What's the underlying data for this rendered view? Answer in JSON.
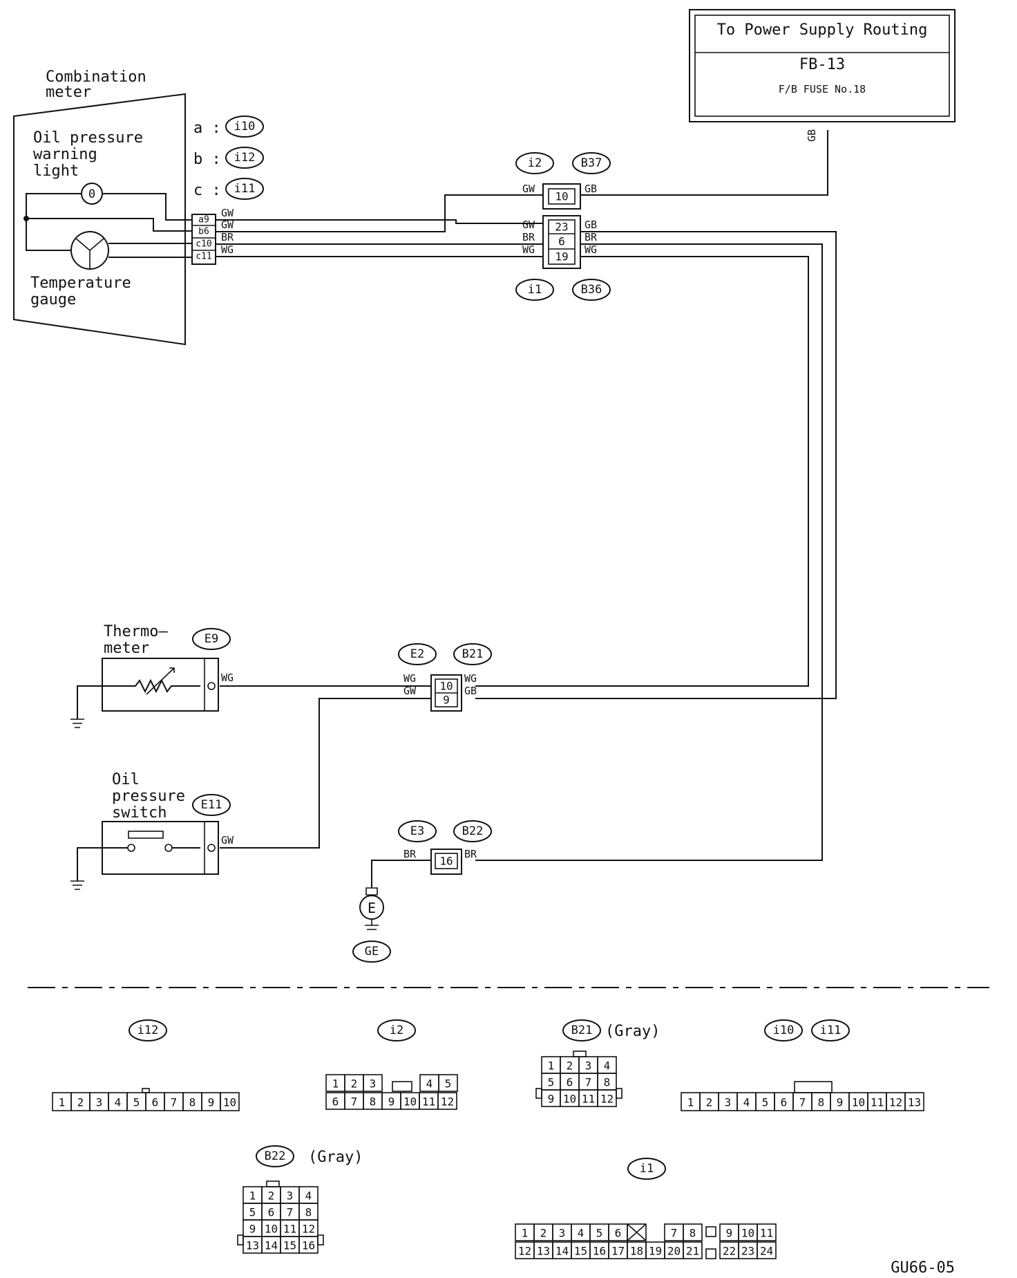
{
  "power": {
    "title": "To Power Supply Routing",
    "ref": "FB-13",
    "fuse": "F/B FUSE No.18",
    "wire": "GB"
  },
  "meter": {
    "title_1": "Combination",
    "title_2": "meter",
    "oil_1": "Oil pressure",
    "oil_2": "warning",
    "oil_3": "light",
    "temp_1": "Temperature",
    "temp_2": "gauge",
    "key_a": "a :",
    "key_b": "b :",
    "key_c": "c :",
    "conn_a": "i10",
    "conn_b": "i12",
    "conn_c": "i11",
    "pins": [
      "a9",
      "b6",
      "c10",
      "c11"
    ],
    "wires": [
      "GW",
      "GW",
      "BR",
      "WG"
    ]
  },
  "j_i2": {
    "left": "i2",
    "right": "B37",
    "pin": "10",
    "wire_l": "GW",
    "wire_r": "GB"
  },
  "j_i1": {
    "left": "i1",
    "right": "B36",
    "pins": [
      "23",
      "6",
      "19"
    ],
    "wires_l": [
      "GW",
      "BR",
      "WG"
    ],
    "wires_r": [
      "GB",
      "BR",
      "WG"
    ]
  },
  "thermo": {
    "title_1": "Thermo—",
    "title_2": "meter",
    "conn": "E9",
    "wire": "WG"
  },
  "oilsw": {
    "title_1": "Oil",
    "title_2": "pressure",
    "title_3": "switch",
    "conn": "E11",
    "wire": "GW"
  },
  "j_e2": {
    "left": "E2",
    "right": "B21",
    "pins": [
      "10",
      "9"
    ],
    "wires_l": [
      "WG",
      "GW"
    ],
    "wires_r": [
      "WG",
      "GB"
    ]
  },
  "j_e3": {
    "left": "E3",
    "right": "B22",
    "pin": "16",
    "wire_l": "BR",
    "wire_r": "BR"
  },
  "ground": {
    "symbol": "E",
    "conn": "GE"
  },
  "connectors": {
    "i12": {
      "name": "i12",
      "row": [
        "1",
        "2",
        "3",
        "4",
        "5",
        "6",
        "7",
        "8",
        "9",
        "10"
      ]
    },
    "i2": {
      "name": "i2",
      "row1": [
        "1",
        "2",
        "3",
        "4",
        "5"
      ],
      "row2": [
        "6",
        "7",
        "8",
        "9",
        "10",
        "11",
        "12"
      ]
    },
    "b21": {
      "name": "B21",
      "note": "(Gray)",
      "rows": [
        [
          "1",
          "2",
          "3",
          "4"
        ],
        [
          "5",
          "6",
          "7",
          "8"
        ],
        [
          "9",
          "10",
          "11",
          "12"
        ]
      ]
    },
    "i10_11": {
      "name_a": "i10",
      "name_b": "i11",
      "row": [
        "1",
        "2",
        "3",
        "4",
        "5",
        "6",
        "7",
        "8",
        "9",
        "10",
        "11",
        "12",
        "13"
      ]
    },
    "b22": {
      "name": "B22",
      "note": "(Gray)",
      "rows": [
        [
          "1",
          "2",
          "3",
          "4"
        ],
        [
          "5",
          "6",
          "7",
          "8"
        ],
        [
          "9",
          "10",
          "11",
          "12"
        ],
        [
          "13",
          "14",
          "15",
          "16"
        ]
      ]
    },
    "i1": {
      "name": "i1",
      "row1": [
        "1",
        "2",
        "3",
        "4",
        "5",
        "6",
        "7",
        "8",
        "9",
        "10",
        "11"
      ],
      "row2": [
        "12",
        "13",
        "14",
        "15",
        "16",
        "17",
        "18",
        "19",
        "20",
        "21",
        "22",
        "23",
        "24"
      ]
    }
  },
  "code": "GU66-05"
}
